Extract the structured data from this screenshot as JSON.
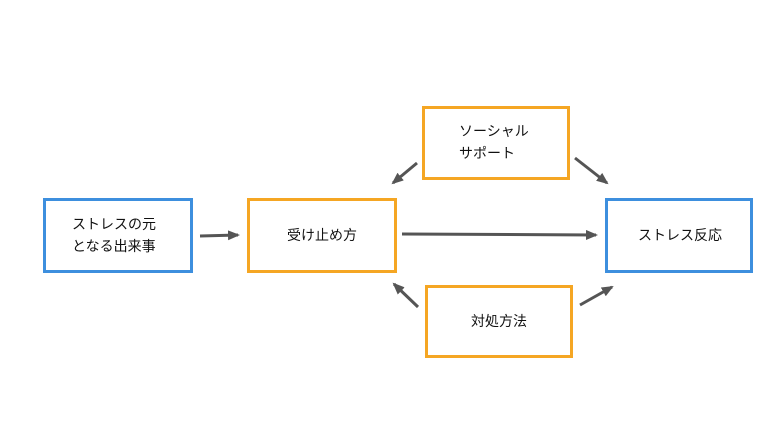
{
  "diagram": {
    "colors": {
      "stress_node": "#3d8fde",
      "mediator_node": "#f5a623",
      "arrow": "#555555"
    },
    "nodes": {
      "source": {
        "label": "ストレスの元\nとなる出来事"
      },
      "appraisal": {
        "label": "受け止め方"
      },
      "social_support": {
        "label": "ソーシャル\nサポート"
      },
      "coping": {
        "label": "対処方法"
      },
      "response": {
        "label": "ストレス反応"
      }
    },
    "edges": [
      {
        "from": "source",
        "to": "appraisal"
      },
      {
        "from": "appraisal",
        "to": "response"
      },
      {
        "from": "social_support",
        "to": "appraisal"
      },
      {
        "from": "social_support",
        "to": "response"
      },
      {
        "from": "coping",
        "to": "appraisal"
      },
      {
        "from": "coping",
        "to": "response"
      }
    ]
  }
}
